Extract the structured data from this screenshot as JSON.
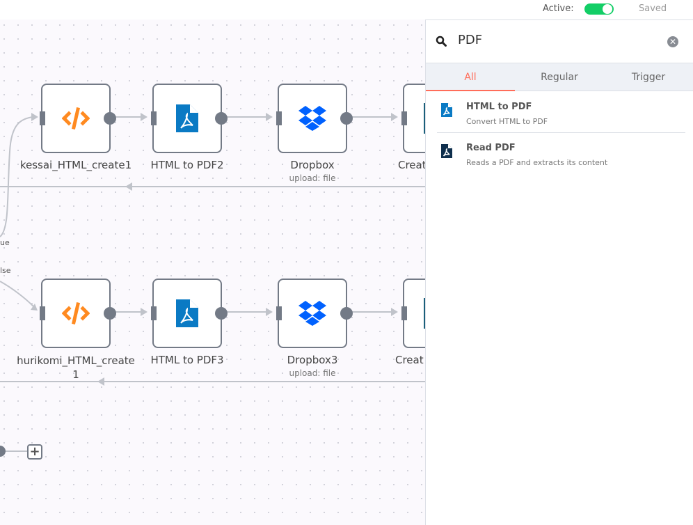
{
  "topbar": {
    "active_label": "Active:",
    "active": true,
    "saved_label": "Saved"
  },
  "canvas": {
    "rows": [
      {
        "nodes": [
          {
            "name": "kessai_HTML_create1",
            "icon": "code-icon"
          },
          {
            "name": "HTML to PDF2",
            "icon": "pdf-icon"
          },
          {
            "name": "Dropbox",
            "subtitle": "upload: file",
            "icon": "dropbox-icon"
          },
          {
            "name": "Creat",
            "icon": "google-docs-icon"
          }
        ]
      },
      {
        "nodes": [
          {
            "name": "hurikomi_HTML_create\n1",
            "icon": "code-icon"
          },
          {
            "name": "HTML to PDF3",
            "icon": "pdf-icon"
          },
          {
            "name": "Dropbox3",
            "subtitle": "upload: file",
            "icon": "dropbox-icon"
          },
          {
            "name": "Creat",
            "icon": "google-docs-icon"
          }
        ]
      }
    ],
    "branch_true": "ue",
    "branch_false": "lse",
    "add_label": "+"
  },
  "panel": {
    "search": {
      "value": "PDF",
      "icon": "search-icon"
    },
    "tabs": [
      {
        "label": "All",
        "active": true
      },
      {
        "label": "Regular"
      },
      {
        "label": "Trigger"
      }
    ],
    "items": [
      {
        "title": "HTML to PDF",
        "description": "Convert HTML to PDF",
        "icon": "pdf-icon",
        "color": "#0a7ac4"
      },
      {
        "title": "Read PDF",
        "description": "Reads a PDF and extracts its content",
        "icon": "pdf-icon",
        "color": "#0f2f4d"
      }
    ]
  },
  "colors": {
    "accent": "#ff6d5a",
    "toggle": "#13ce66",
    "node_border": "#737a86",
    "code": "#ff8a20",
    "pdf": "#0a7ac4",
    "dropbox": "#0061fe"
  }
}
